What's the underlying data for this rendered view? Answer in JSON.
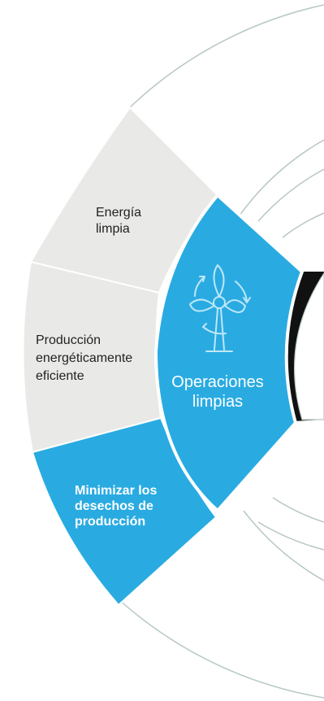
{
  "colors": {
    "accent": "#29abe2",
    "segment_light": "#e9e9e7",
    "ring_line": "#b7c8c4",
    "dark_core": "#111111",
    "label_dark": "#222222",
    "label_light": "#ffffff"
  },
  "icon": "wind-turbine-recycle-icon",
  "center": {
    "line1": "Operaciones",
    "line2": "limpias"
  },
  "segments": [
    {
      "line1": "Energía",
      "line2": "limpia",
      "line3": ""
    },
    {
      "line1": "Producción",
      "line2": "energéticamente",
      "line3": "eficiente"
    },
    {
      "line1": "Minimizar los",
      "line2": "desechos de",
      "line3": "producción"
    }
  ]
}
